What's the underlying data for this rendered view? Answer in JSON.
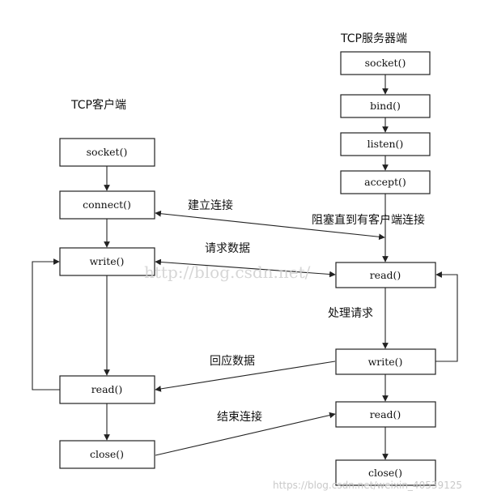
{
  "client": {
    "heading": "TCP客户端",
    "boxes": {
      "socket": "socket()",
      "connect": "connect()",
      "write": "write()",
      "read": "read()",
      "close": "close()"
    }
  },
  "server": {
    "heading": "TCP服务器端",
    "boxes": {
      "socket": "socket()",
      "bind": "bind()",
      "listen": "listen()",
      "accept": "accept()",
      "read": "read()",
      "write": "write()",
      "read2": "read()",
      "close": "close()"
    }
  },
  "labels": {
    "establish": "建立连接",
    "block": "阻塞直到有客户端连接",
    "request": "请求数据",
    "process": "处理请求",
    "response": "回应数据",
    "end": "结束连接"
  },
  "watermarks": {
    "center": "http://blog.csdn.net/",
    "bottom": "https://blog.csdn.net/weixin_40539125"
  }
}
